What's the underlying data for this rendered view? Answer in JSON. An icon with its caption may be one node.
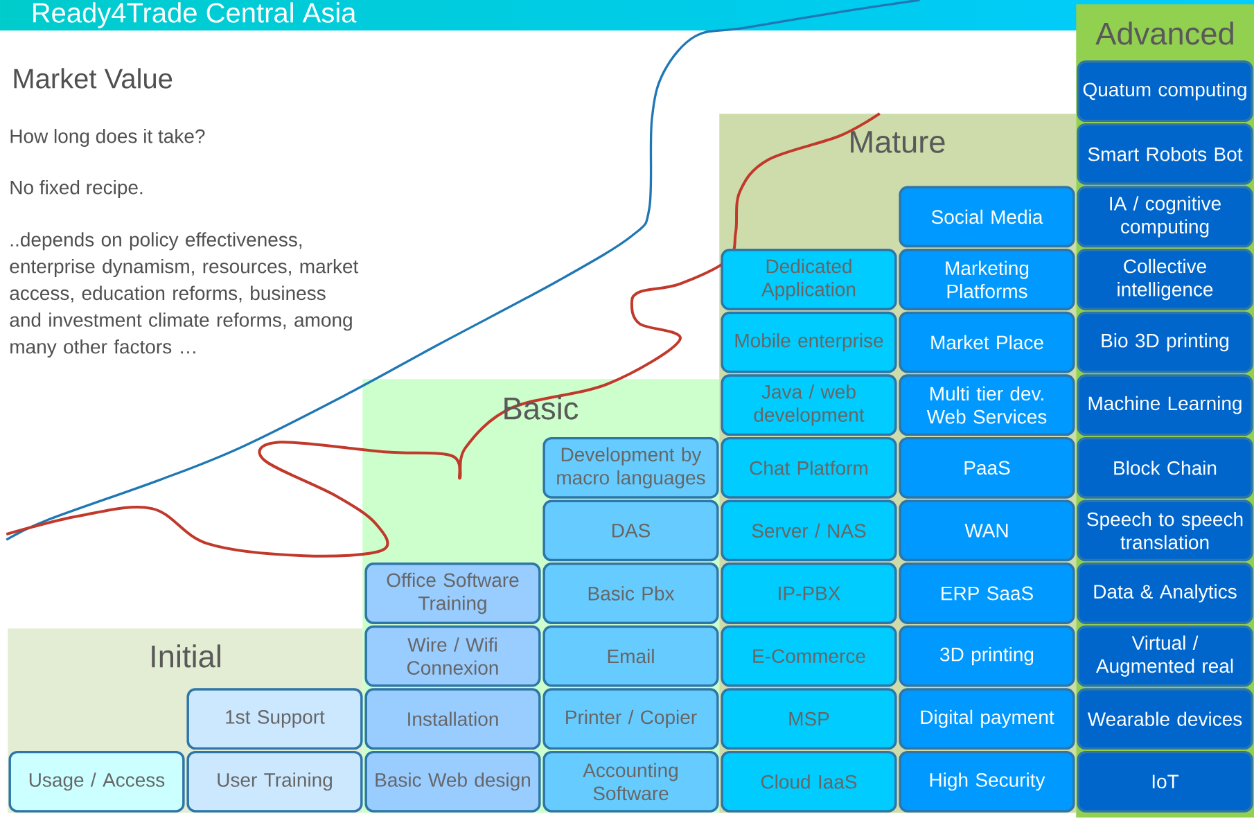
{
  "diagram": {
    "title": "Ready4Trade Central Asia",
    "nodes": [
      {
        "text": [
          "Initial"
        ]
      },
      {
        "text": [
          "Usage / Access"
        ],
        "in": 0
      },
      {
        "text": [
          "1st Support"
        ],
        "in": 0
      },
      {
        "text": [
          "User Training"
        ],
        "in": 0
      },
      {
        "text": [
          "Basic"
        ]
      },
      {
        "text": [
          "Office Software Training"
        ],
        "in": 4
      },
      {
        "text": [
          "Wire / Wifi Connexion"
        ],
        "in": 4
      },
      {
        "text": [
          "Installation"
        ],
        "in": 4
      },
      {
        "text": [
          "Basic Web design"
        ],
        "in": 4
      },
      {
        "text": [
          "Development by macro languages"
        ],
        "in": 4
      },
      {
        "text": [
          "DAS"
        ],
        "in": 4
      },
      {
        "text": [
          "Basic Pbx"
        ],
        "in": 4
      },
      {
        "text": [
          "Email"
        ],
        "in": 4
      },
      {
        "text": [
          "Printer / Copier"
        ],
        "in": 4
      },
      {
        "text": [
          "Accounting Software"
        ],
        "in": 4
      },
      {
        "text": [
          "Mature"
        ]
      },
      {
        "text": [
          "Dedicated Application"
        ],
        "in": 15
      },
      {
        "text": [
          "Mobile enterprise"
        ],
        "in": 15
      },
      {
        "text": [
          "Java / web development"
        ],
        "in": 15
      },
      {
        "text": [
          "Chat Platform"
        ],
        "in": 15
      },
      {
        "text": [
          "Server / NAS"
        ],
        "in": 15
      },
      {
        "text": [
          "IP-PBX"
        ],
        "in": 15
      },
      {
        "text": [
          "E-Commerce"
        ],
        "in": 15
      },
      {
        "text": [
          "MSP"
        ],
        "in": 15
      },
      {
        "text": [
          "Cloud IaaS"
        ],
        "in": 15
      },
      {
        "text": [
          "Social Media"
        ],
        "in": 15
      },
      {
        "text": [
          "Marketing Platforms"
        ],
        "in": 15
      },
      {
        "text": [
          "Market Place"
        ],
        "in": 15
      },
      {
        "text": [
          "Multi tier dev. Web Services"
        ],
        "in": 15
      },
      {
        "text": [
          "PaaS"
        ],
        "in": 15
      },
      {
        "text": [
          "WAN"
        ],
        "in": 15
      },
      {
        "text": [
          "ERP SaaS"
        ],
        "in": 15
      },
      {
        "text": [
          "3D printing"
        ],
        "in": 15
      },
      {
        "text": [
          "Digital payment"
        ],
        "in": 15
      },
      {
        "text": [
          "High Security"
        ],
        "in": 15
      },
      {
        "text": [
          "Advanced"
        ]
      },
      {
        "text": [
          "Quatum computing"
        ],
        "in": 35
      },
      {
        "text": [
          "Smart Robots Bot"
        ],
        "in": 35
      },
      {
        "text": [
          "IA / cognitive computing"
        ],
        "in": 35
      },
      {
        "text": [
          "Collective intelligence"
        ],
        "in": 35
      },
      {
        "text": [
          "Bio 3D printing"
        ],
        "in": 35
      },
      {
        "text": [
          "Machine Learning"
        ],
        "in": 35
      },
      {
        "text": [
          "Block Chain"
        ],
        "in": 35
      },
      {
        "text": [
          "Speech to speech translation"
        ],
        "in": 35
      },
      {
        "text": [
          "Data & Analytics"
        ],
        "in": 35
      },
      {
        "text": [
          "Virtual / Augmented real"
        ],
        "in": 35
      },
      {
        "text": [
          "Wearable devices"
        ],
        "in": 35
      },
      {
        "text": [
          "IoT"
        ],
        "in": 35
      }
    ],
    "labels": [
      "Market Value",
      "How long does it take?",
      "No fixed recipe.",
      "..depends on policy effectiveness, enterprise dynamism, resources, market access, education reforms, business and investment climate reforms, among many other factors …"
    ]
  }
}
